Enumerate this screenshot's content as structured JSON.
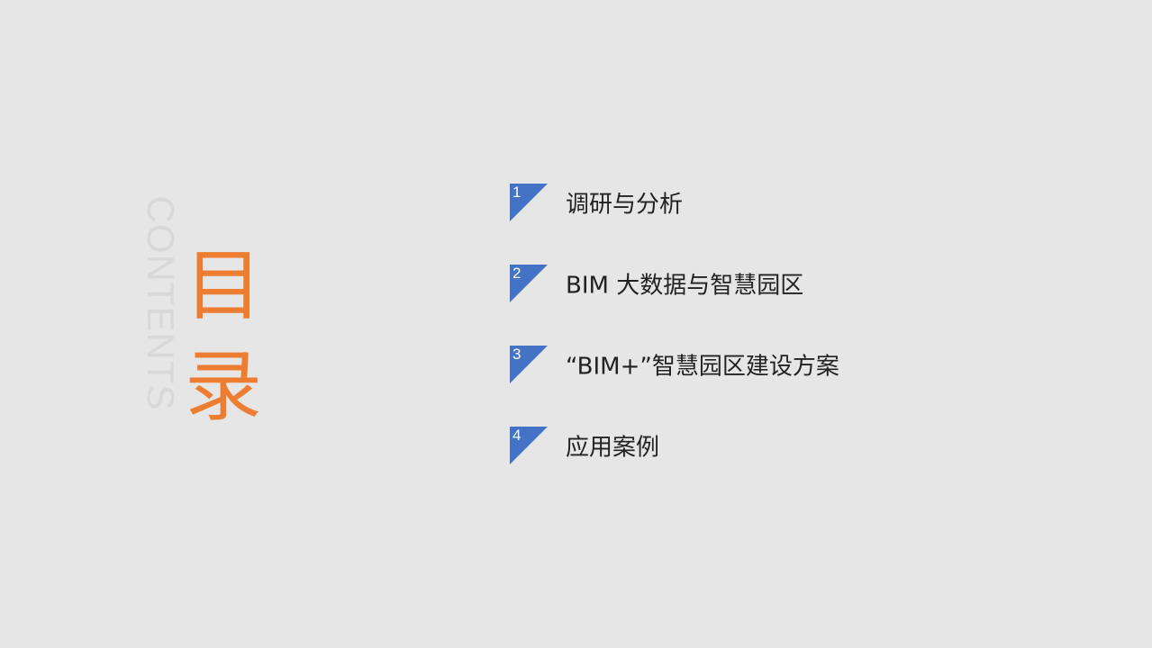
{
  "slide": {
    "subtitle_en": "CONTENTS",
    "title_cn": [
      "目",
      "录"
    ],
    "accent_color": "#ed7d31",
    "marker_color": "#4472c4",
    "items": [
      {
        "number": "1",
        "label": "调研与分析"
      },
      {
        "number": "2",
        "label": "BIM 大数据与智慧园区"
      },
      {
        "number": "3",
        "label": "“BIM+”智慧园区建设方案"
      },
      {
        "number": "4",
        "label": "应用案例"
      }
    ]
  }
}
